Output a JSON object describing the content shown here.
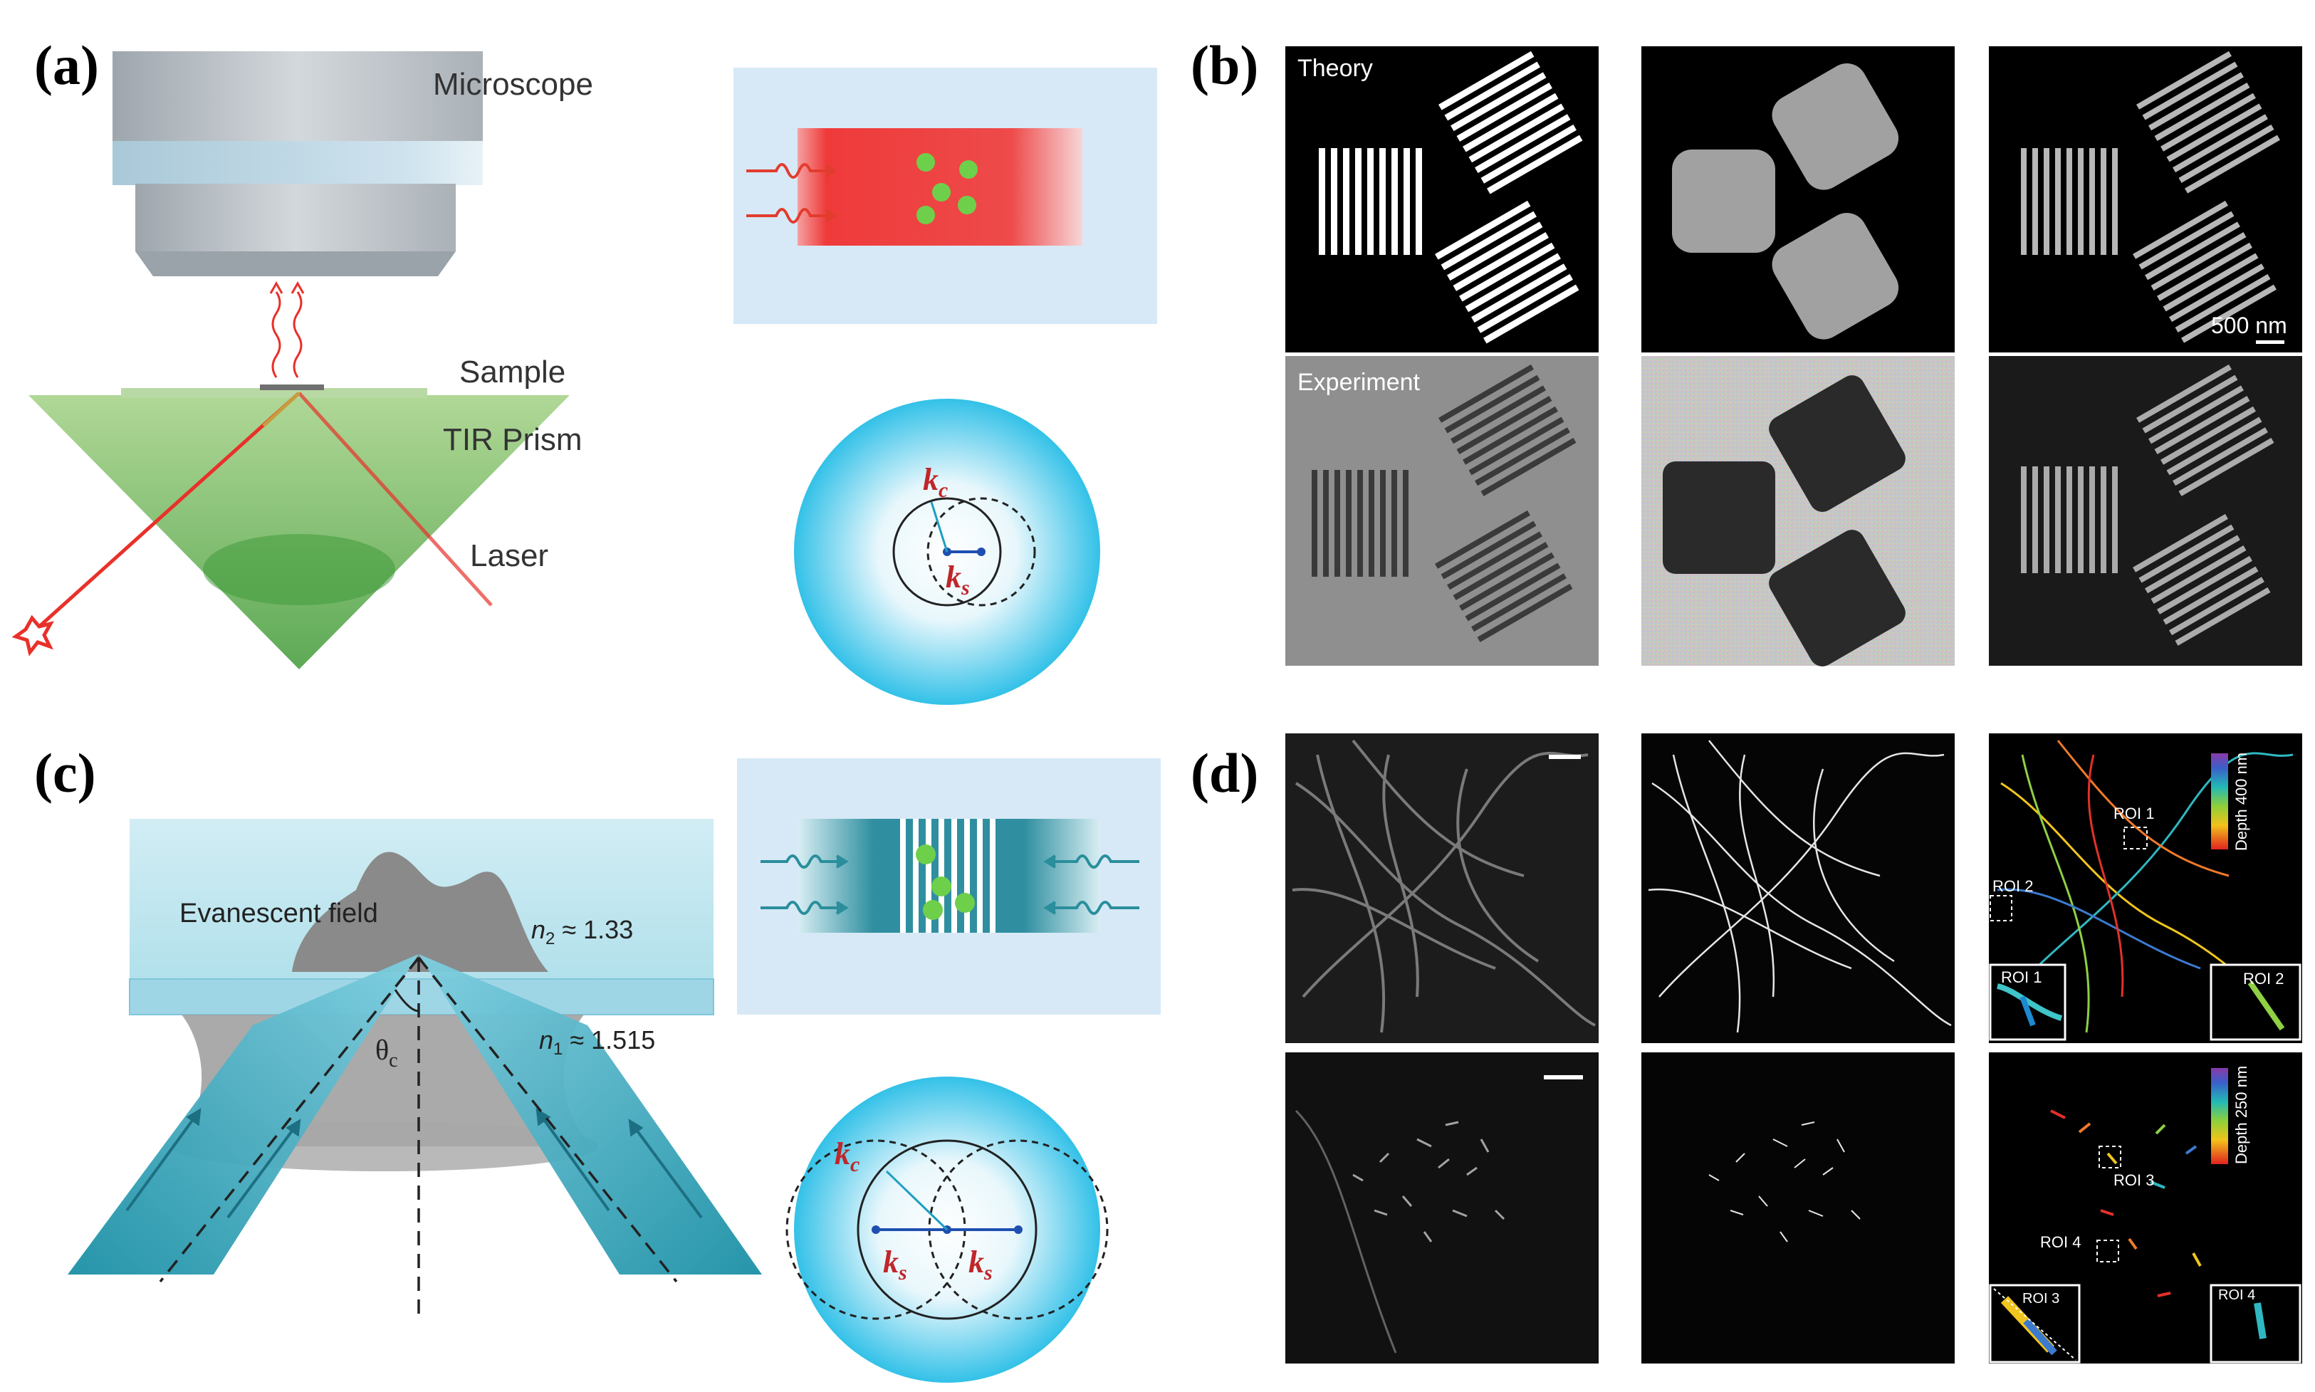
{
  "panels": {
    "a": {
      "label": "(a)",
      "microscope": "Microscope",
      "sample": "Sample",
      "prism": "TIR Prism",
      "laser": "Laser",
      "k_c": "k",
      "k_c_sub": "c",
      "k_s": "k",
      "k_s_sub": "s"
    },
    "b": {
      "label": "(b)",
      "theory": "Theory",
      "experiment": "Experiment",
      "scale": "500 nm"
    },
    "c": {
      "label": "(c)",
      "evanescent": "Evanescent field",
      "n2_sym": "n",
      "n2_sub": "2",
      "n2_val": " ≈ 1.33",
      "n1_sym": "n",
      "n1_sub": "1",
      "n1_val": " ≈ 1.515",
      "theta": "θ",
      "theta_sub": "c",
      "k_c": "k",
      "k_c_sub": "c",
      "k_s": "k",
      "k_s_sub": "s"
    },
    "d": {
      "label": "(d)",
      "depth_top": "Depth 400 nm",
      "depth_bottom": "Depth 250 nm",
      "roi1": "ROI 1",
      "roi2": "ROI 2",
      "roi3": "ROI 3",
      "roi4": "ROI 4"
    }
  },
  "colors": {
    "red_arrow": "#e8312a",
    "green_prism": "#7fbf5a",
    "cyan": "#2a9fb0",
    "sphere": "#39c6ea",
    "dark_red_label": "#c0262a"
  }
}
